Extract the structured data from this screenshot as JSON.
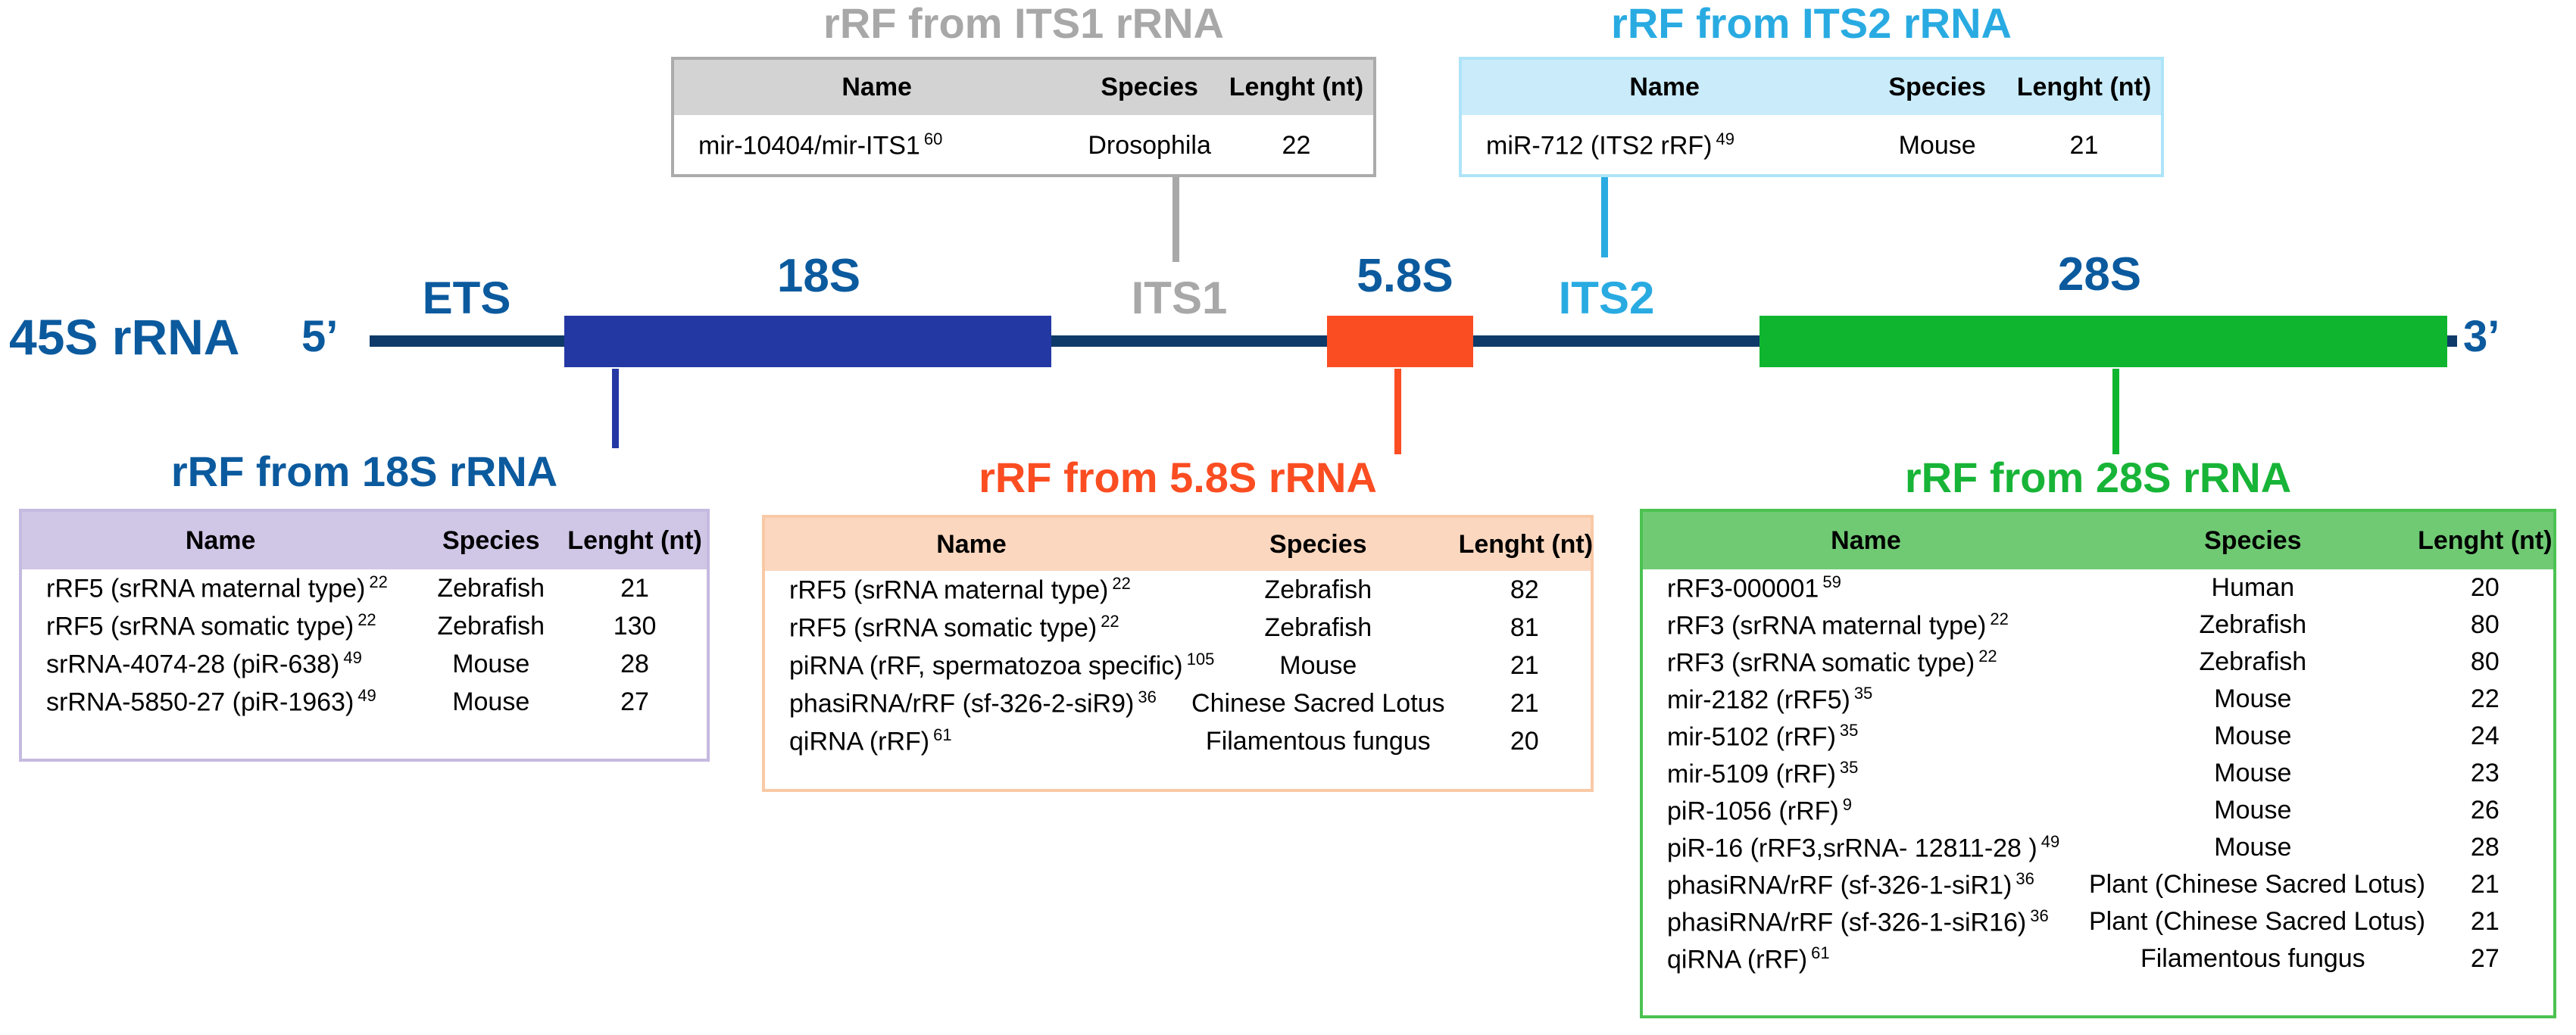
{
  "labels": {
    "rna45": "45S rRNA",
    "five_prime": "5’",
    "three_prime": "3’",
    "ets": "ETS",
    "s18": "18S",
    "its1": "ITS1",
    "s58": "5.8S",
    "its2": "ITS2",
    "s28": "28S"
  },
  "colors": {
    "backbone": "#0E3A69",
    "box_18s": "#2438A4",
    "box_58s": "#FB4D22",
    "box_28s": "#0FB52F",
    "label_blue": "#0B5A9E",
    "its1_gray": "#A8A8A8",
    "its2_cyan": "#29ABE2",
    "title_orange": "#FB4D22",
    "title_green": "#17B437"
  },
  "tables": {
    "its1": {
      "title": "rRF from ITS1 rRNA",
      "columns": [
        "Name",
        "Species",
        "Lenght (nt)"
      ],
      "rows": [
        {
          "name": "mir-10404/mir-ITS1",
          "sup": "60",
          "species": "Drosophila",
          "length": "22"
        }
      ]
    },
    "its2": {
      "title": "rRF from ITS2 rRNA",
      "columns": [
        "Name",
        "Species",
        "Lenght (nt)"
      ],
      "rows": [
        {
          "name": "miR-712 (ITS2 rRF)",
          "sup": "49",
          "species": "Mouse",
          "length": "21"
        }
      ]
    },
    "s18": {
      "title": "rRF from 18S rRNA",
      "columns": [
        "Name",
        "Species",
        "Lenght (nt)"
      ],
      "rows": [
        {
          "name": "rRF5 (srRNA maternal type)",
          "sup": "22",
          "species": "Zebrafish",
          "length": "21"
        },
        {
          "name": "rRF5 (srRNA somatic type)",
          "sup": "22",
          "species": "Zebrafish",
          "length": "130"
        },
        {
          "name": "srRNA-4074-28 (piR-638)",
          "sup": "49",
          "species": "Mouse",
          "length": "28"
        },
        {
          "name": "srRNA-5850-27 (piR-1963)",
          "sup": "49",
          "species": "Mouse",
          "length": "27"
        }
      ]
    },
    "s58": {
      "title": "rRF from 5.8S rRNA",
      "columns": [
        "Name",
        "Species",
        "Lenght (nt)"
      ],
      "rows": [
        {
          "name": "rRF5 (srRNA maternal type)",
          "sup": "22",
          "species": "Zebrafish",
          "length": "82"
        },
        {
          "name": "rRF5 (srRNA somatic type)",
          "sup": "22",
          "species": "Zebrafish",
          "length": "81"
        },
        {
          "name": "piRNA  (rRF, spermatozoa specific)",
          "sup": "105",
          "species": "Mouse",
          "length": "21"
        },
        {
          "name": "phasiRNA/rRF (sf-326-2-siR9)",
          "sup": "36",
          "species": "Chinese Sacred Lotus",
          "length": "21"
        },
        {
          "name": "qiRNA (rRF)",
          "sup": "61",
          "species": "Filamentous fungus",
          "length": "20"
        }
      ]
    },
    "s28": {
      "title": "rRF from 28S rRNA",
      "columns": [
        "Name",
        "Species",
        "Lenght (nt)"
      ],
      "rows": [
        {
          "name": "rRF3-000001",
          "sup": "59",
          "species": "Human",
          "length": "20"
        },
        {
          "name": "rRF3 (srRNA maternal type)",
          "sup": "22",
          "species": "Zebrafish",
          "length": "80"
        },
        {
          "name": "rRF3 (srRNA somatic type)",
          "sup": "22",
          "species": "Zebrafish",
          "length": "80"
        },
        {
          "name": "mir-2182 (rRF5)",
          "sup": "35",
          "species": "Mouse",
          "length": "22"
        },
        {
          "name": "mir-5102 (rRF)",
          "sup": "35",
          "species": "Mouse",
          "length": "24"
        },
        {
          "name": "mir-5109 (rRF)",
          "sup": "35",
          "species": "Mouse",
          "length": "23"
        },
        {
          "name": "piR-1056  (rRF)",
          "sup": "9",
          "species": "Mouse",
          "length": "26"
        },
        {
          "name": "piR-16 (rRF3,srRNA- 12811-28 )",
          "sup": "49",
          "species": "Mouse",
          "length": "28"
        },
        {
          "name": "phasiRNA/rRF (sf-326-1-siR1)",
          "sup": "36",
          "species": "Plant (Chinese Sacred Lotus)",
          "length": "21"
        },
        {
          "name": "phasiRNA/rRF (sf-326-1-siR16)",
          "sup": "36",
          "species": "Plant (Chinese Sacred Lotus)",
          "length": "21"
        },
        {
          "name": "qiRNA (rRF)",
          "sup": "61",
          "species": "Filamentous fungus",
          "length": "27"
        }
      ]
    }
  }
}
